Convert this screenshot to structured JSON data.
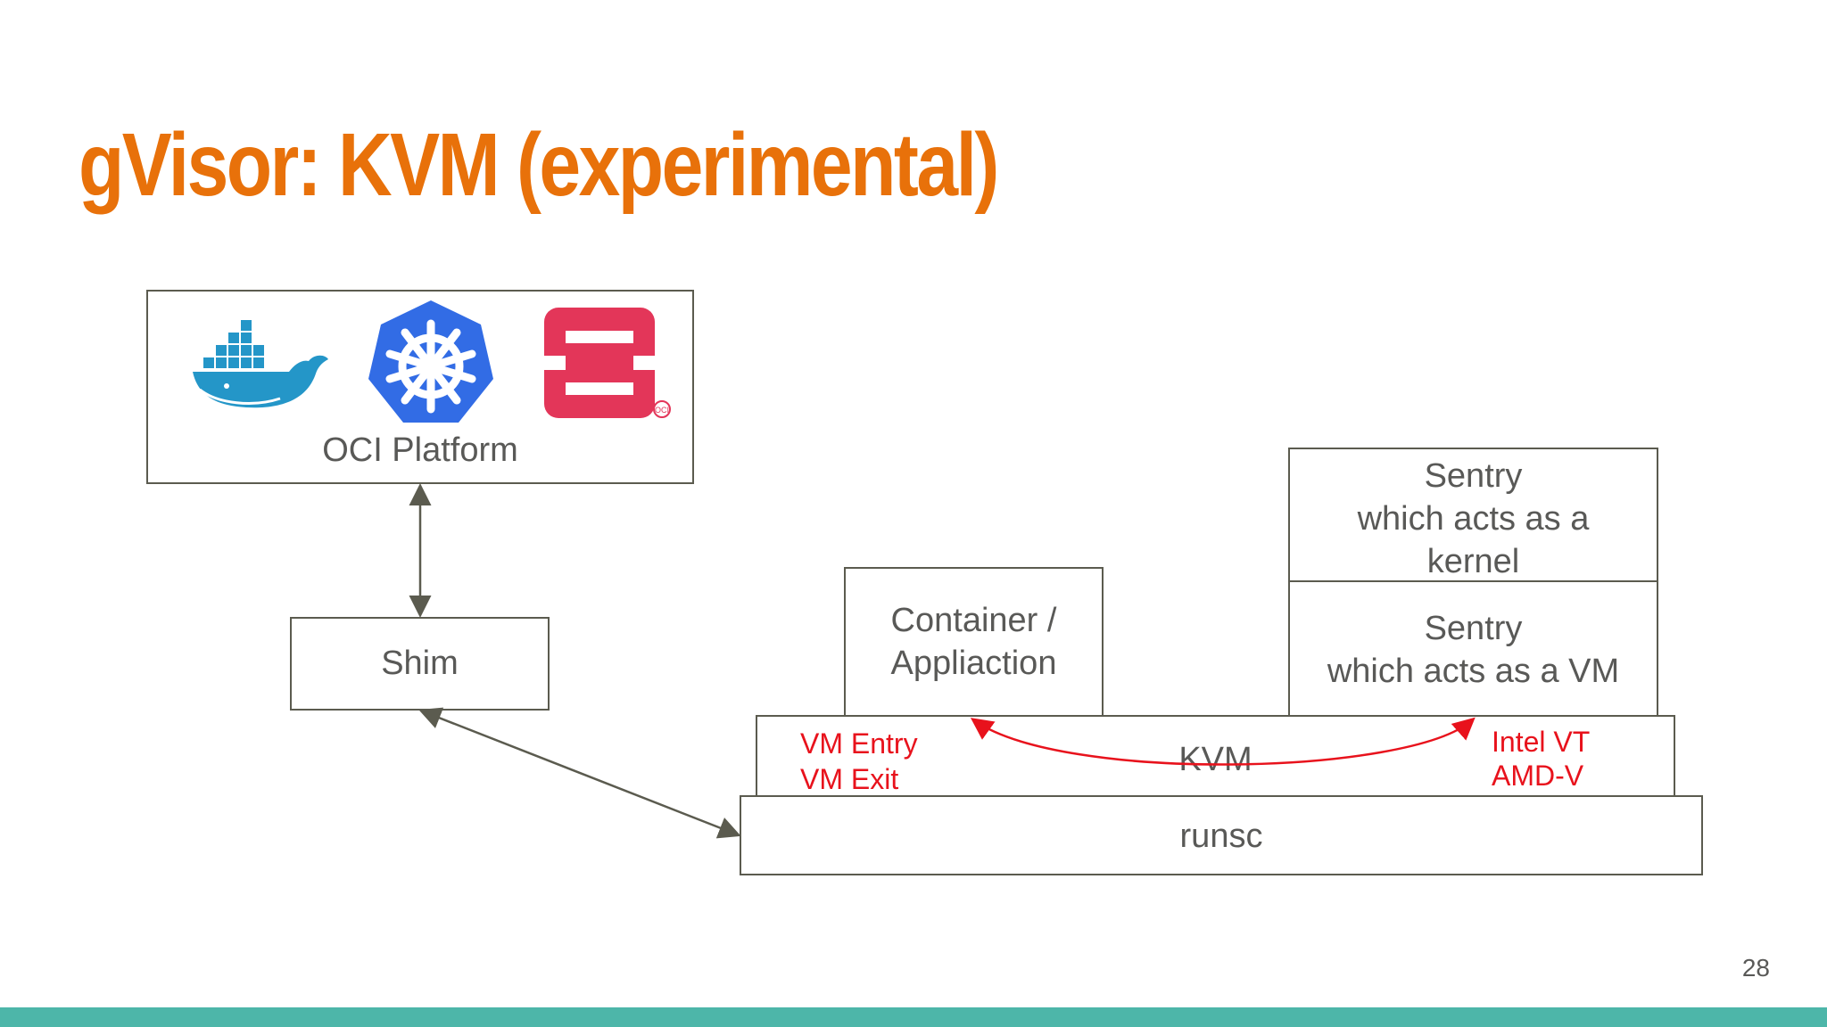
{
  "slide": {
    "title": "gVisor: KVM (experimental)",
    "page_number": "28"
  },
  "diagram": {
    "oci_platform": {
      "label": "OCI Platform",
      "logos": [
        "docker-whale-logo",
        "kubernetes-helm-logo",
        "openshift-logo"
      ]
    },
    "shim": {
      "label": "Shim"
    },
    "container": {
      "label_line1": "Container /",
      "label_line2": "Appliaction"
    },
    "sentry_kernel": {
      "label_line1": "Sentry",
      "label_line2": "which acts as a",
      "label_line3": "kernel"
    },
    "sentry_vm": {
      "label_line1": "Sentry",
      "label_line2": "which acts as a VM"
    },
    "kvm": {
      "label": "KVM",
      "left_note_line1": "VM Entry",
      "left_note_line2": "VM Exit",
      "right_note_line1": "Intel VT",
      "right_note_line2": "AMD-V"
    },
    "runsc": {
      "label": "runsc"
    }
  },
  "colors": {
    "title": "#e8710a",
    "box_border": "#5b5b4f",
    "text": "#595957",
    "annotation": "#e8121c",
    "footer_bar": "#4db6a9",
    "docker_blue": "#2496c8",
    "kubernetes_blue": "#326ce5",
    "openshift_red": "#e33659"
  }
}
